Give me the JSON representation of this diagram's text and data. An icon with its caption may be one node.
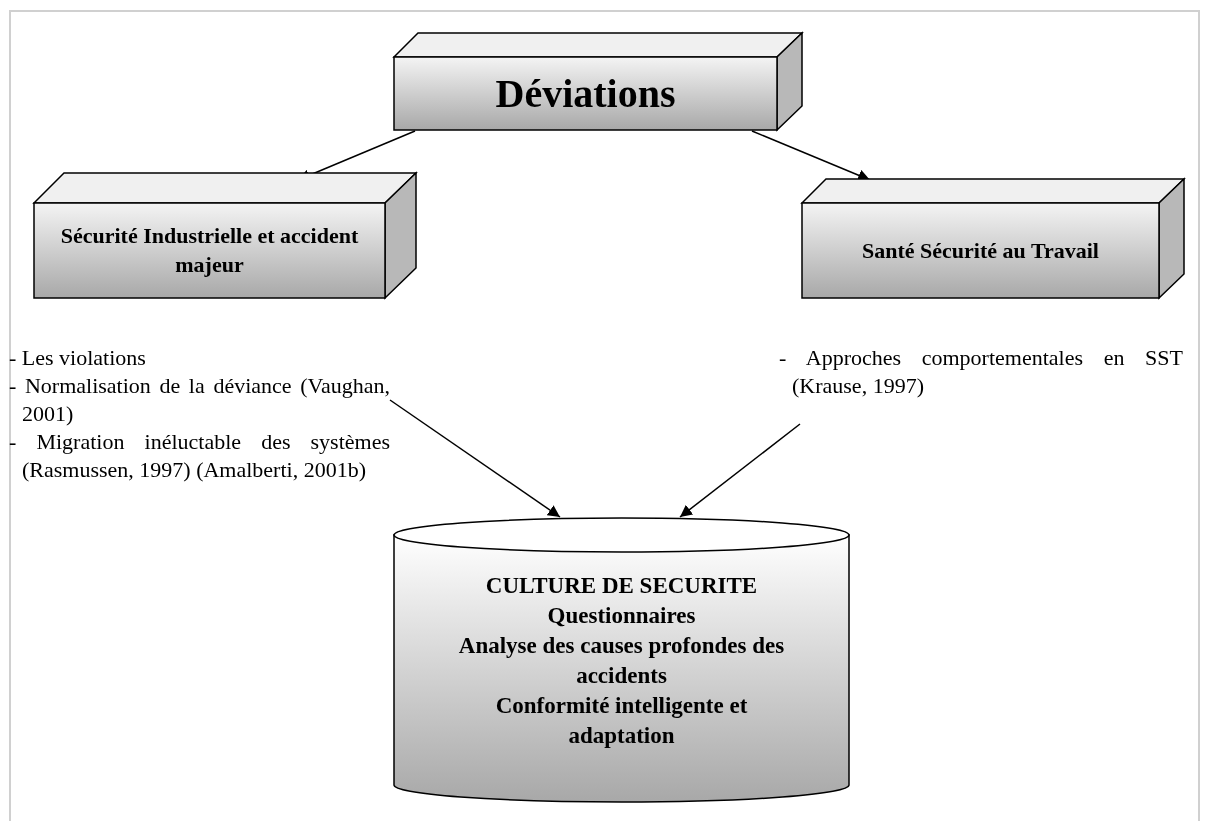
{
  "diagram": {
    "nodes": [
      {
        "text": [
          "Déviations"
        ]
      },
      {
        "text": [
          "Sécurité Industrielle et accident majeur"
        ]
      },
      {
        "text": [
          "Santé Sécurité au Travail"
        ]
      },
      {
        "text": [
          "- Les violations",
          "- Normalisation de la déviance (Vaughan, 2001)",
          "- Migration inéluctable des systèmes (Rasmussen, 1997) (Amalberti, 2001b)"
        ]
      },
      {
        "text": [
          "- Approches comportementales en SST (Krause, 1997)"
        ]
      },
      {
        "text": [
          "CULTURE DE SECURITE",
          "Questionnaires",
          "Analyse des causes profondes des accidents",
          "Conformité intelligente et adaptation"
        ]
      }
    ],
    "edges": [
      {
        "from": 0,
        "to": 1,
        "arrow": "to"
      },
      {
        "from": 0,
        "to": 2,
        "arrow": "to"
      },
      {
        "from": 3,
        "to": 5,
        "arrow": "to"
      },
      {
        "from": 4,
        "to": 5,
        "arrow": "to"
      }
    ]
  }
}
